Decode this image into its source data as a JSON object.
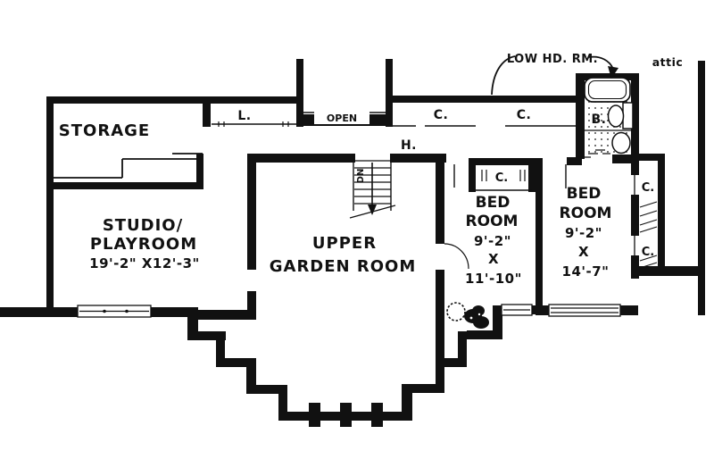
{
  "colors": {
    "ink": "#111111",
    "paper": "#ffffff"
  },
  "rooms": {
    "storage": {
      "label": "STORAGE"
    },
    "studio": {
      "line1": "STUDIO/",
      "line2": "PLAYROOM",
      "dims": "19'-2\" X12'-3\""
    },
    "garden": {
      "line1": "UPPER",
      "line2": "GARDEN ROOM"
    },
    "bedroom1": {
      "line1": "BED",
      "line2": "ROOM",
      "dim_w": "9'-2\"",
      "dim_x": "X",
      "dim_l": "11'-10\""
    },
    "bedroom2": {
      "line1": "BED",
      "line2": "ROOM",
      "dim_w": "9'-2\"",
      "dim_x": "X",
      "dim_l": "14'-7\""
    }
  },
  "labels": {
    "hall": "H.",
    "bath": "B.",
    "linen_closet": "L.",
    "open_to_below": "OPEN",
    "hall_closet_1": "C.",
    "hall_closet_2": "C.",
    "bedroom1_closet": "C.",
    "strip_closet_upper": "C.",
    "strip_closet_lower": "C.",
    "low_headroom": "LOW HD. RM.",
    "attic": "attic",
    "stairs_down": "DN"
  }
}
